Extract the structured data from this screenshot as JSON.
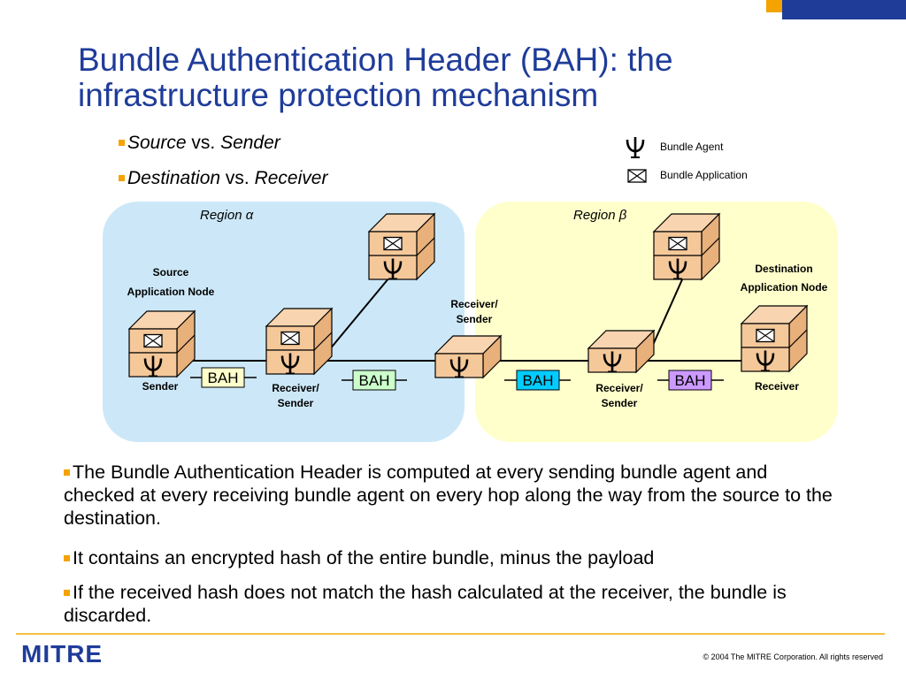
{
  "title": {
    "line1": "Bundle Authentication Header (BAH): the",
    "line2": "infrastructure protection mechanism"
  },
  "top_bullets": [
    {
      "a": "Source",
      "vs": " vs. ",
      "b": "Sender"
    },
    {
      "a": "Destination",
      "vs": " vs. ",
      "b": "Receiver"
    }
  ],
  "legend": {
    "agent_label": "Bundle Agent",
    "app_label": "Bundle Application",
    "agent_icon": "psi-agent-icon",
    "app_icon": "envelope-app-icon"
  },
  "regions": {
    "alpha": {
      "label": "Region",
      "symbol": "α",
      "color": "#cce8f8"
    },
    "beta": {
      "label": "Region",
      "symbol": "β",
      "color": "#ffffcc"
    }
  },
  "nodes": {
    "source_label_1": "Source",
    "source_label_2": "Application Node",
    "dest_label_1": "Destination",
    "dest_label_2": "Application Node",
    "sender": "Sender",
    "receiver_sender_1": "Receiver/",
    "receiver_sender_2": "Sender",
    "mid_receiver_sender_1": "Receiver/",
    "mid_receiver_sender_2": "Sender",
    "right_receiver_sender_1": "Receiver/",
    "right_receiver_sender_2": "Sender",
    "receiver": "Receiver"
  },
  "bah": {
    "label": "BAH",
    "colors": [
      "#ffffcc",
      "#ccffcc",
      "#00ccff",
      "#cc99ff"
    ]
  },
  "colors": {
    "title": "#1f3c99",
    "bullet": "#f4a300",
    "box_face": "#f5c89a",
    "box_top": "#f8d5b0",
    "box_side": "#e8b07a"
  },
  "bottom_bullets": [
    "The Bundle Authentication Header is computed at every sending bundle agent and checked at every receiving bundle agent on every hop along the way from the source to the destination.",
    "It contains an encrypted  hash of the entire bundle, minus the payload",
    "If the received hash does not match the hash calculated at the receiver, the bundle is discarded."
  ],
  "footer": {
    "logo": "MITRE",
    "copyright": "© 2004 The MITRE Corporation. All rights reserved"
  }
}
